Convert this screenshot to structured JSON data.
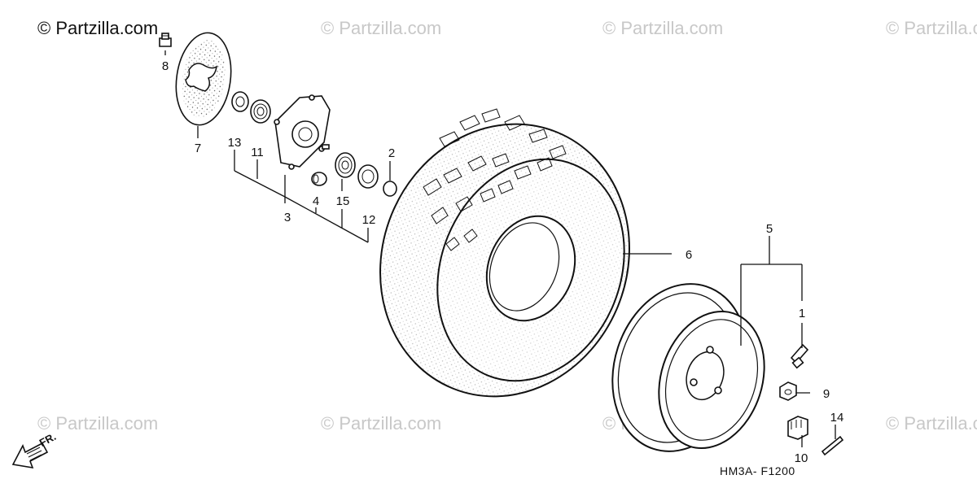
{
  "copyright": "© Partzilla.com",
  "watermark": "© Partzilla.com",
  "diagram_code": "HM3A- F1200",
  "direction_label": "FR.",
  "callouts": {
    "p1": "1",
    "p2": "2",
    "p3": "3",
    "p4": "4",
    "p5": "5",
    "p6": "6",
    "p7": "7",
    "p8": "8",
    "p9": "9",
    "p10": "10",
    "p11": "11",
    "p12": "12",
    "p13": "13",
    "p14": "14",
    "p15": "15"
  }
}
